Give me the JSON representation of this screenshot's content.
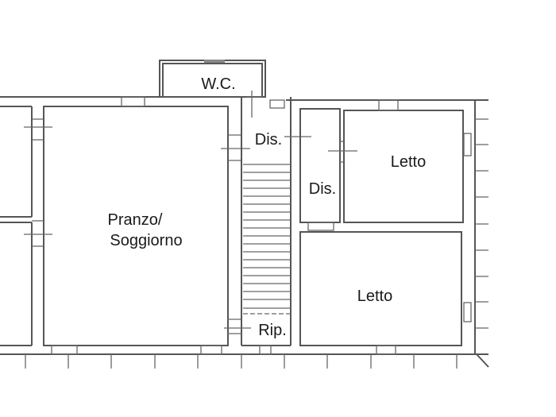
{
  "floor_plan": {
    "rooms": [
      {
        "id": "wc",
        "label": "W.C."
      },
      {
        "id": "dis-top",
        "label": "Dis."
      },
      {
        "id": "dis-middle",
        "label": "Dis."
      },
      {
        "id": "pranzo",
        "label_line1": "Pranzo/",
        "label_line2": "Soggiorno"
      },
      {
        "id": "letto-top",
        "label": "Letto"
      },
      {
        "id": "letto-bottom",
        "label": "Letto"
      },
      {
        "id": "rip",
        "label": "Rip."
      }
    ],
    "colors": {
      "background": "#ffffff",
      "walls": "#555555",
      "text": "#1a1a1a"
    }
  }
}
